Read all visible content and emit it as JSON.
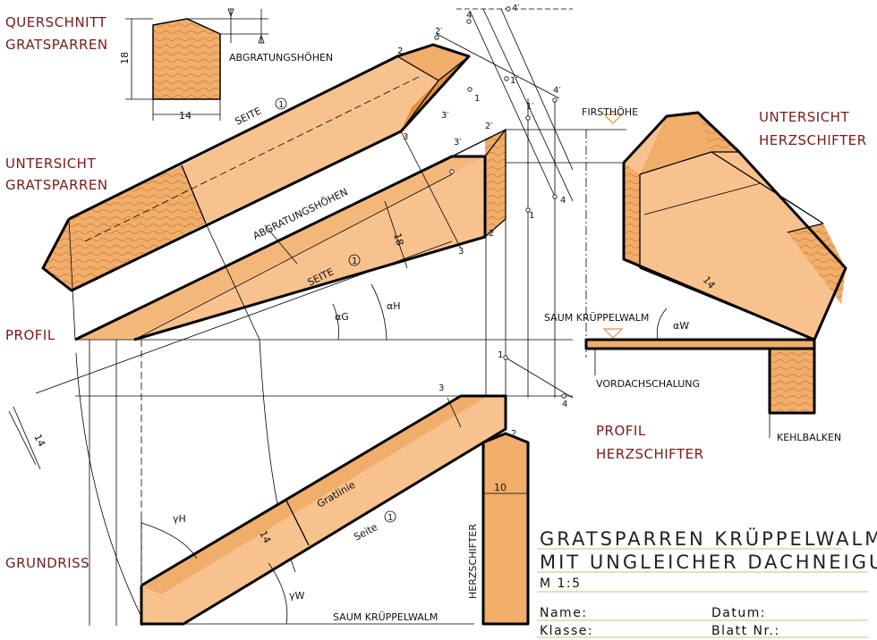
{
  "labels": {
    "querschnitt_l1": "QUERSCHNITT",
    "querschnitt_l2": "GRATSPARREN",
    "untersicht_grat_l1": "UNTERSICHT",
    "untersicht_grat_l2": "GRATSPARREN",
    "profil": "PROFIL",
    "grundriss": "GRUNDRISS",
    "untersicht_herz_l1": "UNTERSICHT",
    "untersicht_herz_l2": "HERZSCHIFTER",
    "profil_herz_l1": "PROFIL",
    "profil_herz_l2": "HERZSCHIFTER"
  },
  "annotations": {
    "abgratungshohen_top": "ABGRATUNGSHÖHEN",
    "abgratungshohen_mid": "ABGRATUNGSHÖHEN",
    "firsthohe": "FIRSTHÖHE",
    "saum_kruppelwalm_right": "SAUM KRÜPPELWALM",
    "saum_kruppelwalm_bottom": "SAUM KRÜPPELWALM",
    "vordachschalung": "VORDACHSCHALUNG",
    "kehlbalken": "KEHLBALKEN",
    "seite_top": "SEITE",
    "seite_mid": "SEITE",
    "seite_grundriss": "Seite",
    "seite_num": "1",
    "gratlinie": "Gratlinie",
    "herzschifter_vertical": "HERZSCHIFTER",
    "dim_18_a": "18",
    "dim_14_a": "14",
    "dim_18_b": "18",
    "dim_14_b": "14",
    "dim_14_c": "14",
    "dim_14_d": "14",
    "dim_10": "10",
    "alpha_g": "αG",
    "alpha_h": "αH",
    "alpha_w": "αW",
    "gamma_h": "γH",
    "gamma_w": "γW"
  },
  "points": {
    "p1": "1",
    "p1p": "1′",
    "p2": "2",
    "p2p": "2′",
    "p3": "3",
    "p3p": "3′",
    "p4": "4",
    "p4p": "4′"
  },
  "title_block": {
    "title_l1": "GRATSPARREN KRÜPPELWALM",
    "title_l2": "MIT UNGLEICHER DACHNEIGUNG",
    "scale": "M 1:5",
    "name": "Name:",
    "datum": "Datum:",
    "klasse": "Klasse:",
    "blatt": "Blatt Nr.:"
  },
  "colors": {
    "wood_light": "#f8c28e",
    "wood_mid": "#f0ae6a",
    "wood_dark": "#e2913e",
    "label_red": "#7a1a1a",
    "title_underline": "#c9c27a"
  }
}
